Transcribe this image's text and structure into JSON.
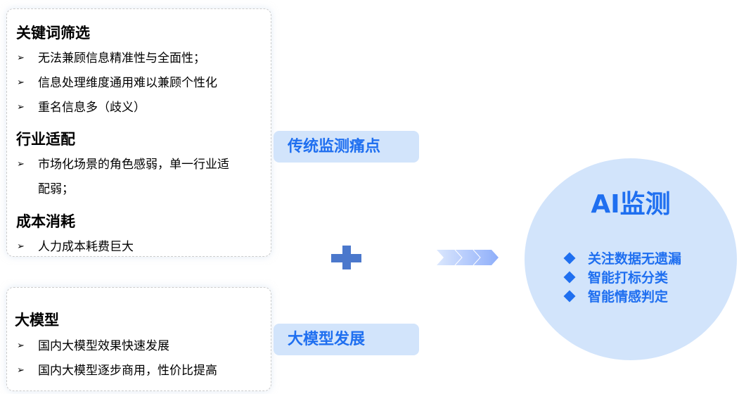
{
  "pain_points": {
    "sections": [
      {
        "title": "关键词筛选",
        "items": [
          "无法兼顾信息精准性与全面性；",
          "信息处理维度通用难以兼顾个性化",
          "重名信息多（歧义）"
        ]
      },
      {
        "title": "行业适配",
        "items": [
          "市场化场景的角色感弱，单一行业适",
          "配弱；"
        ]
      },
      {
        "title": "成本消耗",
        "items": [
          "人力成本耗费巨大"
        ]
      }
    ],
    "tag": "传统监测痛点"
  },
  "llm": {
    "title": "大模型",
    "items": [
      "国内大模型效果快速发展",
      "国内大模型逐步商用，性价比提高"
    ],
    "tag": "大模型发展"
  },
  "ai": {
    "title": "AI监测",
    "items": [
      "关注数据无遗漏",
      "智能打标分类",
      "智能情感判定"
    ]
  },
  "colors": {
    "accent": "#1f6ff0",
    "tag_bg": "#d2e4fb",
    "plus": "#4b78cc"
  }
}
